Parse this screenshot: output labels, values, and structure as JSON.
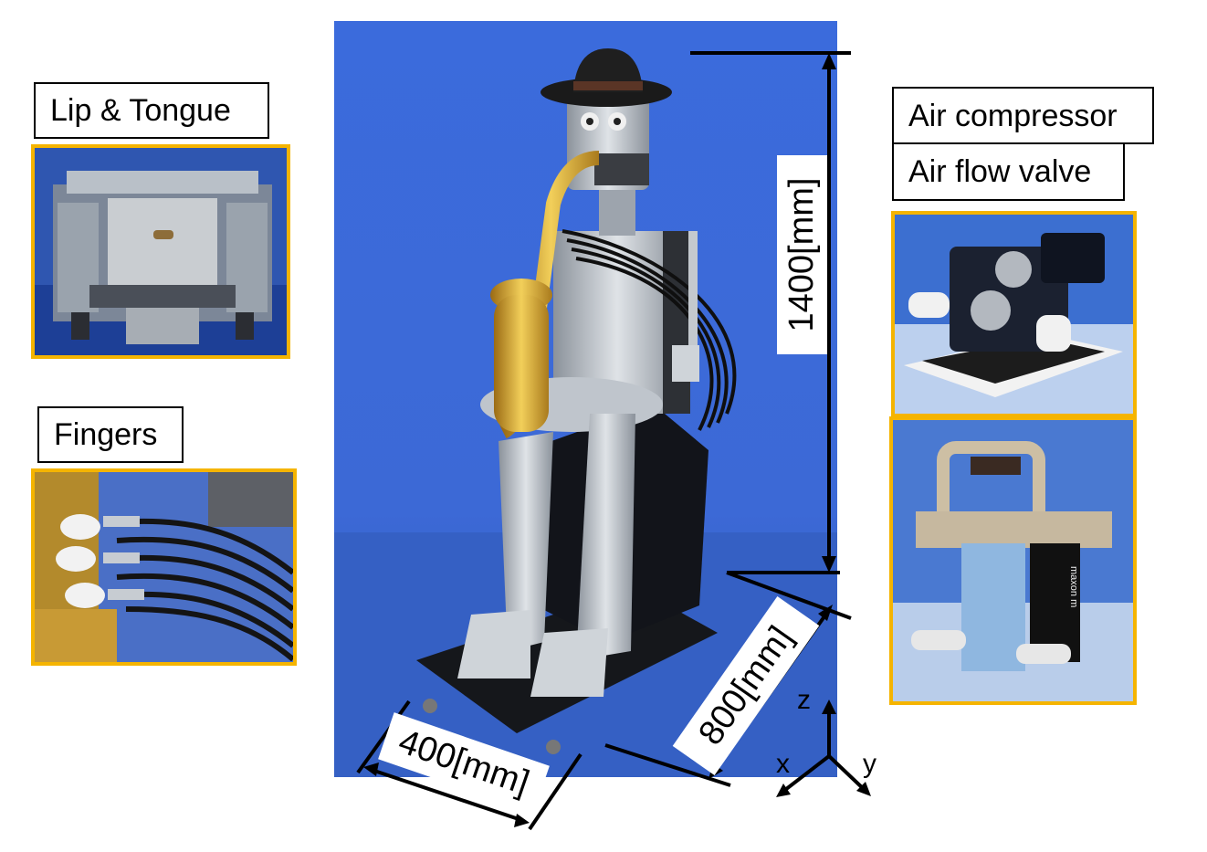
{
  "labels": {
    "lip_tongue": "Lip & Tongue",
    "fingers": "Fingers",
    "air_compressor": "Air compressor",
    "air_flow_valve": "Air flow valve"
  },
  "dimensions": {
    "height": "1400[mm]",
    "depth": "800[mm]",
    "width": "400[mm]"
  },
  "axes": {
    "z": "z",
    "x": "x",
    "y": "y"
  },
  "colors": {
    "photo_border": "#f5b400",
    "backdrop_blue": "#3a68d8"
  },
  "valve_print": {
    "brand": "maxon m"
  }
}
